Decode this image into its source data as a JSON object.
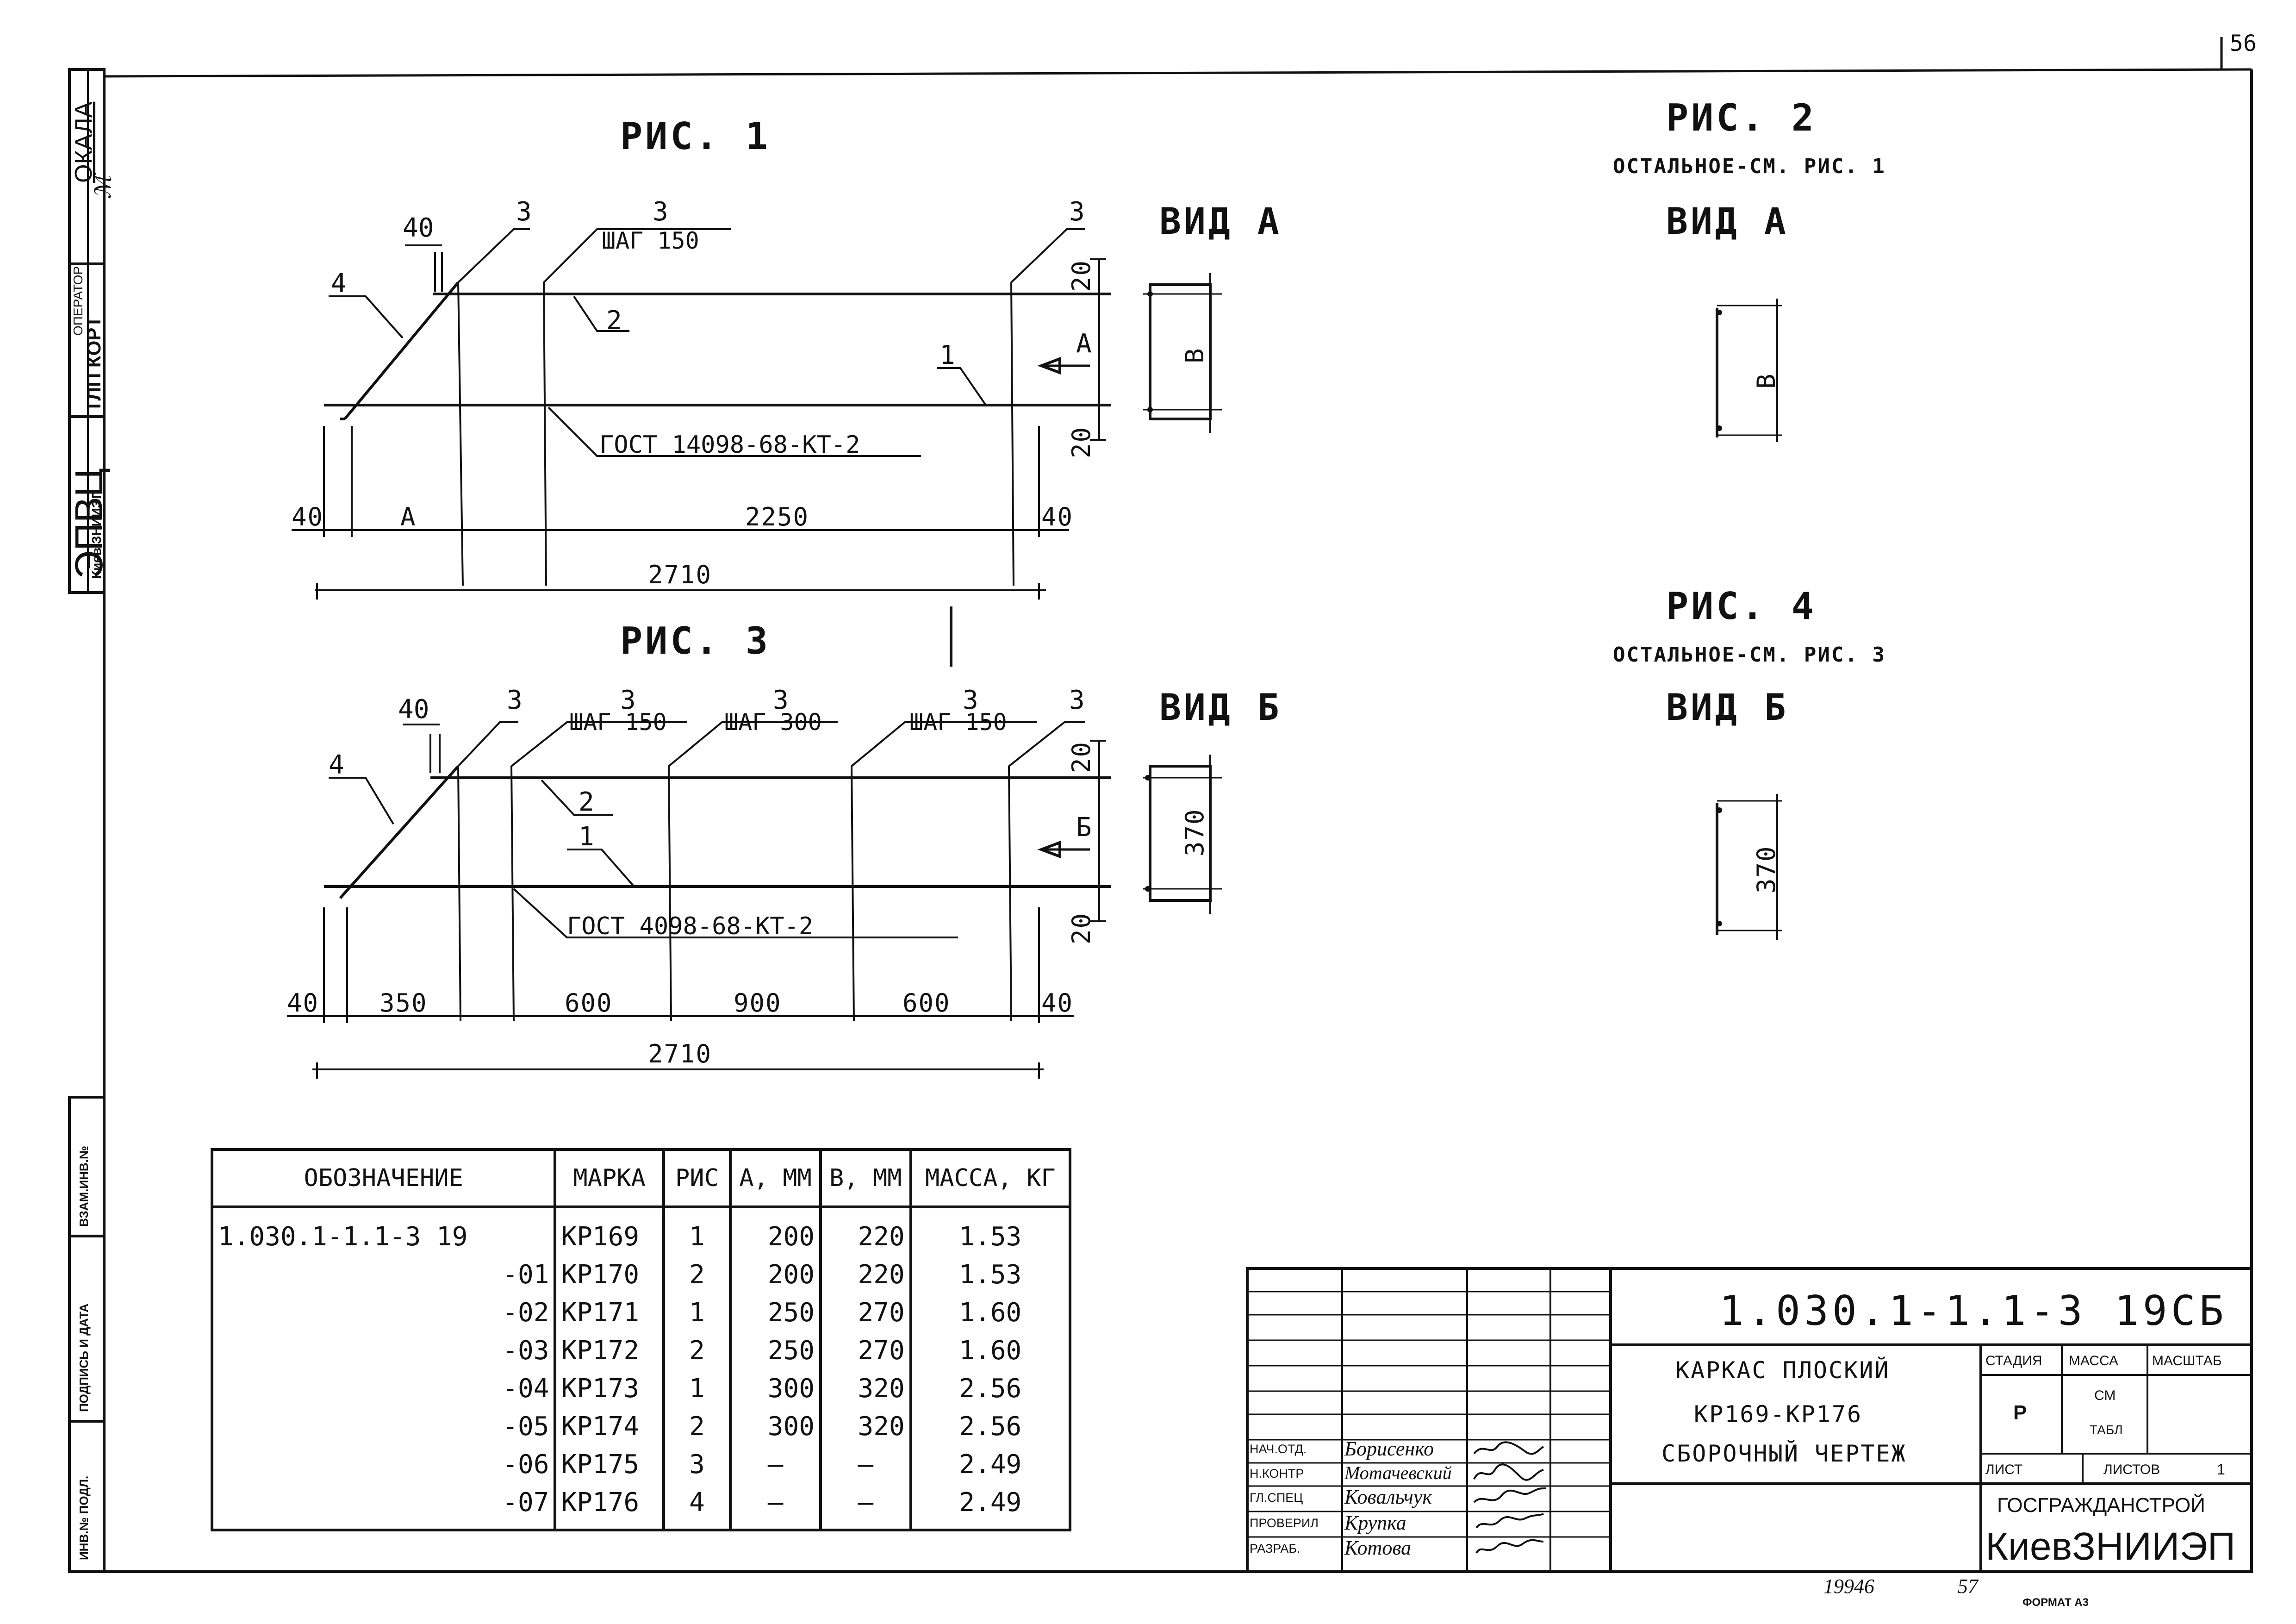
{
  "sheet_number": "56",
  "side_strip": {
    "scale_label": "ОКАЛА",
    "operator_label": "ОПЕРАТОР",
    "operator_value": "ТЛП КОРТ",
    "org_big": "ЭПВЦ",
    "org_city": "Киев ЗНИИЭП",
    "inv_no_label": "ИНВ.№ ПОДЛ.",
    "sign_date_label": "ПОДПИСЬ И ДАТА",
    "replace_inv_label": "ВЗАМ.ИНВ.№"
  },
  "fig1": {
    "title": "РИС. 1",
    "labels": {
      "l40": "40",
      "l3a": "3",
      "l3b": "3",
      "l3c": "3",
      "step": "ШАГ 150",
      "l4": "4",
      "l2": "2",
      "l1": "1",
      "gost": "ГОСТ 14098-68-КТ-2",
      "d40a": "40",
      "dA": "А",
      "d2250": "2250",
      "d40b": "40",
      "d2710": "2710",
      "d20a": "20",
      "d20b": "20",
      "arrowA": "А"
    },
    "view_title": "ВИД А",
    "view_dim": "В"
  },
  "fig2": {
    "title": "РИС. 2",
    "note": "ОСТАЛЬНОЕ-СМ. РИС. 1",
    "view_title": "ВИД А",
    "view_dim": "В"
  },
  "fig3": {
    "title": "РИС. 3",
    "labels": {
      "l40": "40",
      "l3a": "3",
      "l3b": "3",
      "l3c": "3",
      "l3d": "3",
      "l3e": "3",
      "step1": "ШАГ 150",
      "step2": "ШАГ 300",
      "step3": "ШАГ 150",
      "l4": "4",
      "l2": "2",
      "l1": "1",
      "gost": "ГОСТ 4098-68-КТ-2",
      "d40a": "40",
      "d350": "350",
      "d600a": "600",
      "d900": "900",
      "d600b": "600",
      "d40b": "40",
      "d2710": "2710",
      "d20a": "20",
      "d20b": "20",
      "arrowB": "Б"
    },
    "view_title": "ВИД Б",
    "view_dim": "370"
  },
  "fig4": {
    "title": "РИС. 4",
    "note": "ОСТАЛЬНОЕ-СМ. РИС. 3",
    "view_title": "ВИД Б",
    "view_dim": "370"
  },
  "spec_table": {
    "headers": [
      "ОБОЗНАЧЕНИЕ",
      "МАРКА",
      "РИС",
      "А, ММ",
      "В, ММ",
      "МАССА, КГ"
    ],
    "rows": [
      [
        "1.030.1-1.1-3 19",
        "КР169",
        "1",
        "200",
        "220",
        "1.53"
      ],
      [
        "-01",
        "КР170",
        "2",
        "200",
        "220",
        "1.53"
      ],
      [
        "-02",
        "КР171",
        "1",
        "250",
        "270",
        "1.60"
      ],
      [
        "-03",
        "КР172",
        "2",
        "250",
        "270",
        "1.60"
      ],
      [
        "-04",
        "КР173",
        "1",
        "300",
        "320",
        "2.56"
      ],
      [
        "-05",
        "КР174",
        "2",
        "300",
        "320",
        "2.56"
      ],
      [
        "-06",
        "КР175",
        "3",
        "–",
        "–",
        "2.49"
      ],
      [
        "-07",
        "КР176",
        "4",
        "–",
        "–",
        "2.49"
      ]
    ]
  },
  "title_block": {
    "doc_code": "1.030.1-1.1-3 19СБ",
    "name_line1": "КАРКАС ПЛОСКИЙ",
    "name_line2": "КР169-КР176",
    "name_line3": "СБОРОЧНЫЙ ЧЕРТЕЖ",
    "stage_label": "СТАДИЯ",
    "mass_label": "МАССА",
    "scale_label": "МАСШТАБ",
    "stage_value": "Р",
    "mass_value1": "СМ",
    "mass_value2": "ТАБЛ",
    "sheet_label": "ЛИСТ",
    "sheets_label": "ЛИСТОВ",
    "sheets_value": "1",
    "org1": "ГОСГРАЖДАНСТРОЙ",
    "org2": "КиевЗНИИЭП",
    "staff": [
      {
        "role": "НАЧ.ОТД.",
        "name": "Борисенко"
      },
      {
        "role": "Н.КОНТР",
        "name": "Мотачевский"
      },
      {
        "role": "ГЛ.СПЕЦ",
        "name": "Ковальчук"
      },
      {
        "role": "ПРОВЕРИЛ",
        "name": "Крупка"
      },
      {
        "role": "РАЗРАБ.",
        "name": "Котова"
      }
    ]
  },
  "footer": {
    "num1": "19946",
    "num2": "57",
    "format": "ФОРМАТ А3"
  }
}
